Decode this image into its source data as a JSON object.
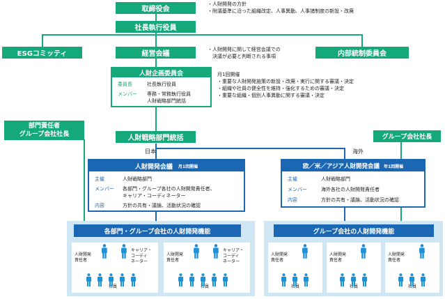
{
  "colors": {
    "green": "#14a87a",
    "blue": "#1b67b3",
    "light_blue": "#cfe6f5",
    "person_blue": "#1f8fd6"
  },
  "board": {
    "label": "取締役会",
    "notes": [
      "・人財開発の方針",
      "・附議基準に沿った組織改定、人事異動、人事諸制度の新設・改廃"
    ]
  },
  "president": {
    "label": "社長執行役員"
  },
  "esg": {
    "label": "ESGコミッティ"
  },
  "management": {
    "label": "経営会議",
    "notes": [
      "・人財開発に関して経営会議での",
      "決議が必要と判断される事項"
    ]
  },
  "internal_control": {
    "label": "内部統制委員会"
  },
  "hr_committee": {
    "title": "人財企画委員会",
    "chair_label": "委員長",
    "chair_value": "社長執行役員",
    "member_label": "メンバー",
    "member_values": [
      "専務・常務執行役員",
      "人財戦略部門統括"
    ],
    "notes": [
      "月1回開催",
      "・重要な人財開発施策の新設・改廃・実行に関する審議・決定",
      "・組織や社員の健全性を維持・強化するための審議・決定",
      "・重要な組織・個別人事異動に関する審議・決定"
    ]
  },
  "division_heads": {
    "lines": [
      "部門責任者",
      "グループ会社社長"
    ]
  },
  "group_president": {
    "label": "グループ会社社長"
  },
  "hr_strategy": {
    "label": "人財戦略部門統括"
  },
  "domestic_label": "日本",
  "overseas_label": "海外",
  "japan_council": {
    "title": "人財開発会議",
    "frequency": "月1回開催",
    "host_label": "主催",
    "host_value": "人財戦略部門",
    "member_label": "メンバー",
    "member_values": [
      "各部門・グループ各社の人財開発責任者、",
      "キャリア・コーディネーター"
    ],
    "content_label": "内容",
    "content_value": "方針の共有・議論、活動状況の確認"
  },
  "overseas_council": {
    "title": "欧／米／アジア人財開発会議",
    "frequency": "年1回開催",
    "host_label": "主催",
    "host_value": "人財戦略部門",
    "member_label": "メンバー",
    "member_values": [
      "海外各社の人財開発責任者"
    ],
    "content_label": "内容",
    "content_value": "方針の共有・議論、活動状況の確認"
  },
  "left_function": {
    "title": "各部門・グループ会社の人財開発機能",
    "cards": [
      {
        "role1": [
          "人財開発",
          "責任者"
        ],
        "role2": [
          "キャリア・",
          "コーディ",
          "ネーター"
        ],
        "staff": "社員"
      },
      {
        "role1": [
          "人財開発",
          "責任者"
        ],
        "role2": [
          "キャリア・",
          "コーディ",
          "ネーター"
        ],
        "staff": "社員"
      }
    ]
  },
  "right_function": {
    "title": "グループ会社の人財開発機能",
    "cards": [
      {
        "role1": [
          "人財開発",
          "責任者"
        ],
        "staff": "社員"
      },
      {
        "role1": [
          "人財開発",
          "責任者"
        ],
        "staff": "社員"
      },
      {
        "role1": [
          "人財開発",
          "責任者"
        ],
        "staff": "社員"
      }
    ]
  }
}
